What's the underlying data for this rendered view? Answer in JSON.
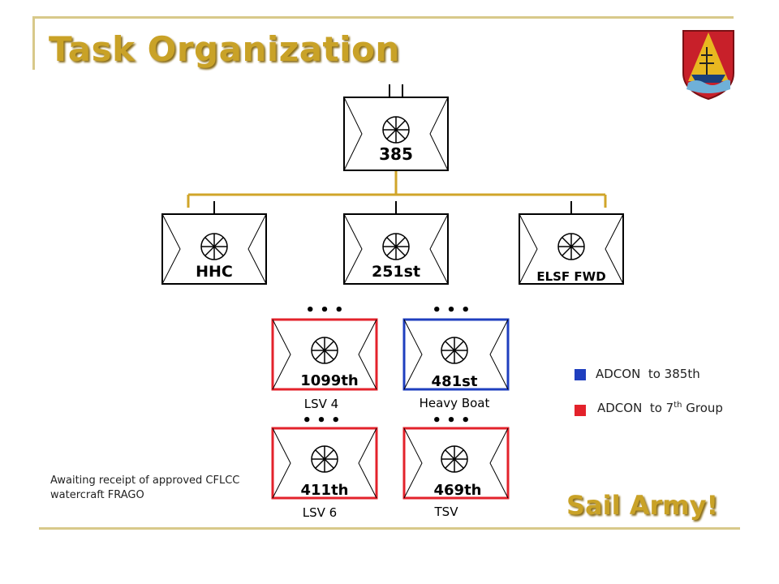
{
  "title": "Task Organization",
  "slogan": "Sail Army!",
  "note": "Awaiting receipt of approved CFLCC watercraft FRAGO",
  "colors": {
    "gold": "#c9a227",
    "adcon_385": "#1f3fbf",
    "adcon_7": "#e3222b",
    "connector": "#d0a52a"
  },
  "legend": [
    {
      "label": "ADCON",
      "target": "to 385th",
      "color": "#1f3fbf"
    },
    {
      "label": "ADCON",
      "target": "to 7",
      "sup": "th",
      "suffix": " Group",
      "color": "#e3222b"
    }
  ],
  "units": {
    "hq": {
      "label": "385"
    },
    "hhc": {
      "label": "HHC"
    },
    "u251": {
      "label": "251st"
    },
    "elsf": {
      "label": "ELSF FWD"
    },
    "u1099": {
      "label": "1099th",
      "sub": "LSV 4",
      "echelon": "• • •"
    },
    "u481": {
      "label": "481st",
      "sub": "Heavy Boat",
      "echelon": "• • •"
    },
    "u411": {
      "label": "411th",
      "sub": "LSV 6",
      "echelon": "• • •"
    },
    "u469": {
      "label": "469th",
      "sub": "TSV",
      "echelon": "• • •"
    }
  },
  "crest": {
    "icon": "ship-crest-icon"
  }
}
